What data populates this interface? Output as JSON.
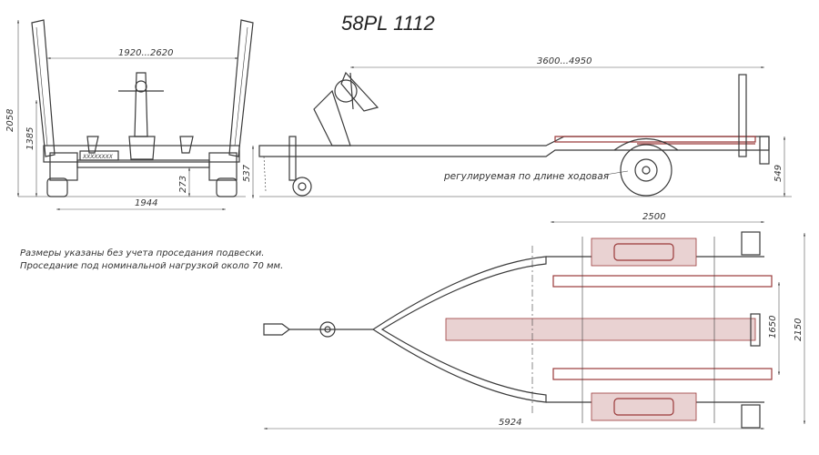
{
  "title": "58PL 1112",
  "notes": [
    "Размеры указаны без учета проседания подвески.",
    "Проседание под номинальной нагрузкой около 70 мм."
  ],
  "front_view": {
    "width_range": "1920...2620",
    "total_height": "2058",
    "bunk_height": "1385",
    "axle_height": "273",
    "track_width": "1944",
    "plate_text": "XXXXXXXX"
  },
  "side_view": {
    "length_range": "3600...4950",
    "hitch_height": "537",
    "frame_height": "549",
    "adjust_label": "регулируемая по длине ходовая"
  },
  "top_view": {
    "bunk_length": "2500",
    "total_length": "5924",
    "inner_width": "1650",
    "total_width": "2150"
  }
}
